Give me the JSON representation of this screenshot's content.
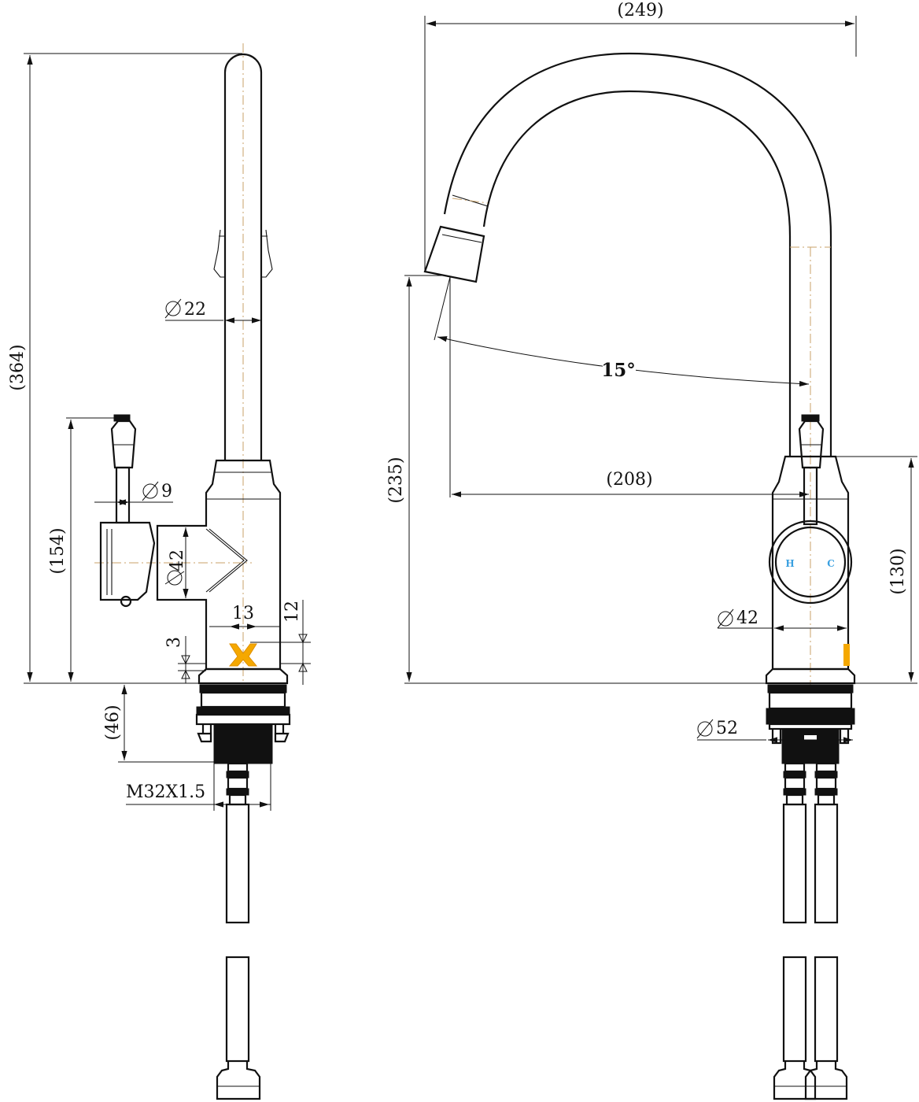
{
  "left_view": {
    "dims": {
      "overall_height": "(364)",
      "spout_diameter": "22",
      "lever_diameter": "9",
      "body_height": "(154)",
      "body_diameter": "42",
      "offset_13": "13",
      "offset_12": "12",
      "offset_3": "3",
      "below_deck": "(46)",
      "thread": "M32X1.5"
    }
  },
  "right_view": {
    "dims": {
      "overall_width": "(249)",
      "spout_angle": "15°",
      "reach": "(208)",
      "spout_height": "(235)",
      "body_height": "(130)",
      "body_diameter": "42",
      "base_diameter": "52"
    },
    "dial": {
      "hot_label": "H",
      "cold_label": "C",
      "label_color": "#3aa0e0"
    }
  },
  "colors": {
    "line": "#111111",
    "centerline": "#c8a26a",
    "accent": "#f5a800"
  }
}
